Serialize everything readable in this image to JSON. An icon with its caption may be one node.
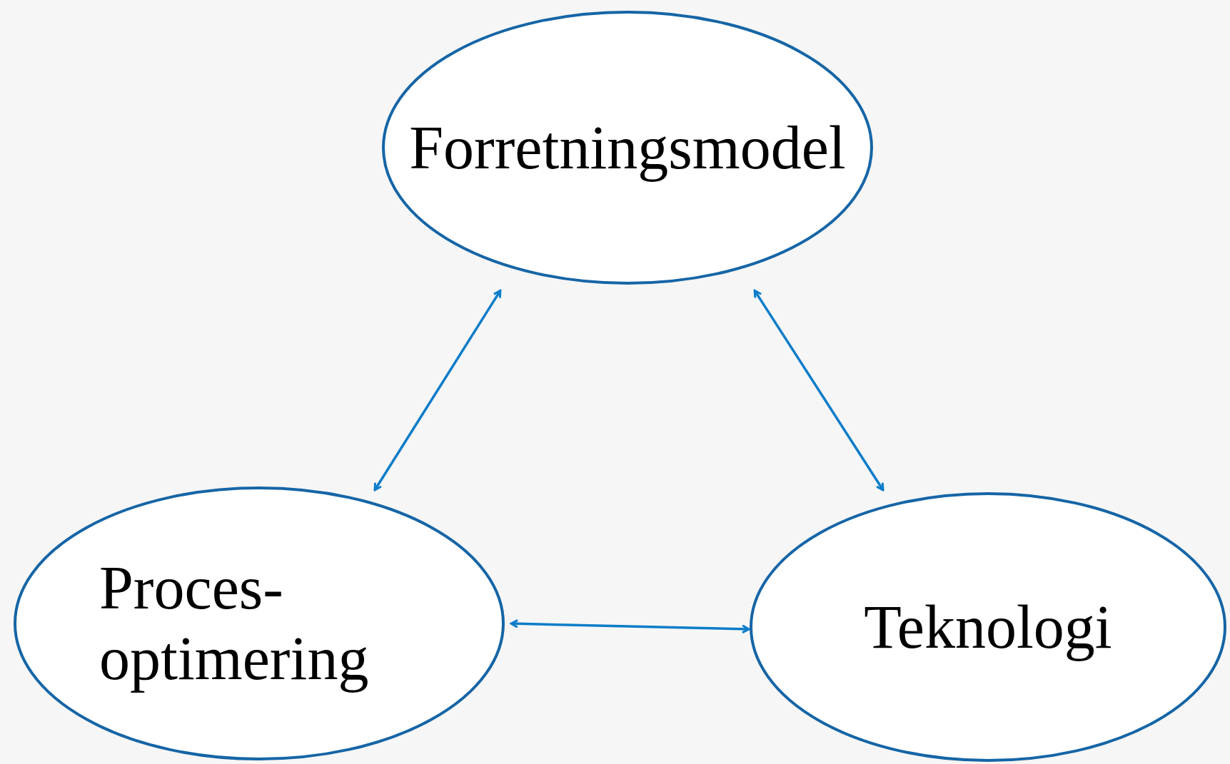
{
  "diagram": {
    "nodes": [
      {
        "text": [
          "Forretningsmodel"
        ]
      },
      {
        "text": [
          "Proces- optimering"
        ]
      },
      {
        "text": [
          "Teknologi"
        ]
      }
    ],
    "edges": [
      {
        "from": 0,
        "to": 1,
        "arrow": "both"
      },
      {
        "from": 0,
        "to": 2,
        "arrow": "both"
      },
      {
        "from": 1,
        "to": 2,
        "arrow": "both"
      }
    ]
  }
}
